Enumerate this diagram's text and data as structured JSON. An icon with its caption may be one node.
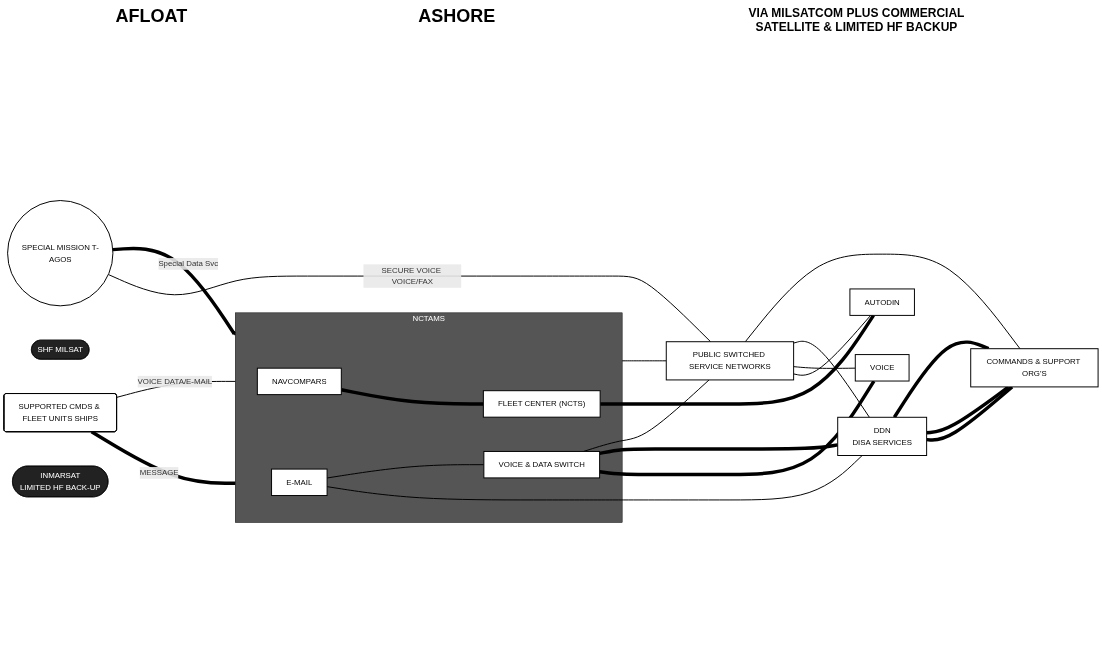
{
  "diagram": {
    "nodes": [
      {
        "text": [
          "SUPPORTED CMDS & FLEET UNITS SHIPS"
        ]
      },
      {
        "text": [
          "SHF MILSAT"
        ]
      },
      {
        "text": [
          "SPECIAL MISSION T-AGOS"
        ]
      },
      {
        "text": [
          "INMARSAT",
          "LIMITED HF BACK-UP"
        ]
      },
      {
        "text": [
          "NCTAMS"
        ]
      },
      {
        "text": [
          "NAVCOMPARS"
        ],
        "in": 4
      },
      {
        "text": [
          "FLEET CENTER (NCTS)"
        ],
        "in": 4
      },
      {
        "text": [
          "E-MAIL"
        ],
        "in": 4
      },
      {
        "text": [
          "VOICE & DATA SWITCH"
        ],
        "in": 4
      },
      {
        "text": [
          "PUBLIC SWITCHED SERVICE NETWORKS"
        ]
      },
      {
        "text": [
          "AUTODIN"
        ]
      },
      {
        "text": [
          "VOICE"
        ]
      },
      {
        "text": [
          "DDN",
          "DISA SERVICES"
        ]
      },
      {
        "text": [
          "COMMANDS & SUPPORT ORG'S"
        ]
      }
    ],
    "edges": [
      {
        "from": 0,
        "to": 4,
        "arrow": "none",
        "label": "MESSAGE",
        "style": "thick"
      },
      {
        "from": 0,
        "to": 4,
        "arrow": "none",
        "label": "VOICE DATA/E-MAIL"
      },
      {
        "from": 2,
        "to": 4,
        "arrow": "to",
        "label": "Special Data Svc",
        "style": "thick"
      },
      {
        "from": 2,
        "to": 9,
        "arrow": "none",
        "label": "SECURE VOICE VOICE/FAX"
      },
      {
        "from": 5,
        "to": 6,
        "arrow": "none",
        "style": "thick"
      },
      {
        "from": 6,
        "to": 10,
        "arrow": "none",
        "style": "thick"
      },
      {
        "from": 7,
        "to": 12,
        "arrow": "none"
      },
      {
        "from": 7,
        "to": 8,
        "arrow": "none"
      },
      {
        "from": 8,
        "to": 11,
        "arrow": "none",
        "style": "thick"
      },
      {
        "from": 8,
        "to": 12,
        "arrow": "none",
        "style": "thick"
      },
      {
        "from": 4,
        "to": 9,
        "arrow": "none"
      },
      {
        "from": 8,
        "to": 9,
        "arrow": "none"
      },
      {
        "from": 9,
        "to": 10,
        "arrow": "none"
      },
      {
        "from": 9,
        "to": 11,
        "arrow": "none"
      },
      {
        "from": 9,
        "to": 12,
        "arrow": "none"
      },
      {
        "from": 9,
        "to": 13,
        "arrow": "none"
      },
      {
        "from": 12,
        "to": 13,
        "arrow": "none",
        "style": "thick"
      },
      {
        "from": 12,
        "to": 13,
        "arrow": "none",
        "style": "thick"
      },
      {
        "from": 12,
        "to": 13,
        "arrow": "none",
        "style": "thick"
      }
    ],
    "labels": [
      "AFLOAT",
      "ASHORE",
      "VIA MILSATCOM PLUS COMMERCIAL SATELLITE & LIMITED HF BACKUP"
    ]
  }
}
